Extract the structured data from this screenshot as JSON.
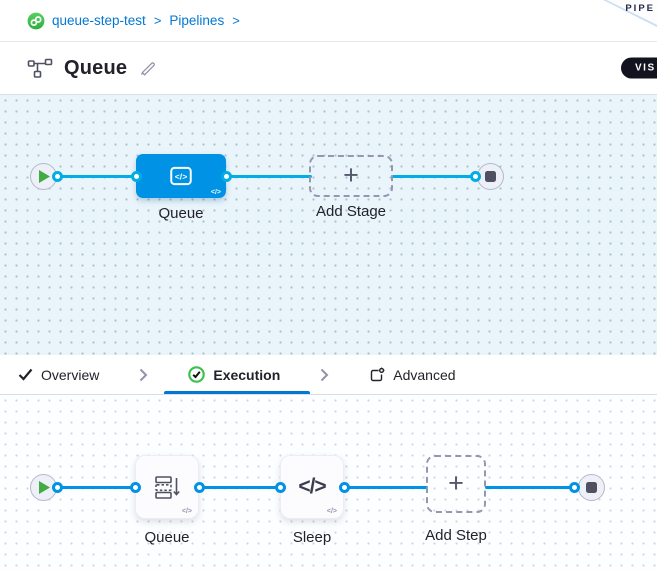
{
  "breadcrumb": {
    "separator": ">",
    "items": [
      {
        "label": "queue-step-test"
      },
      {
        "label": "Pipelines"
      }
    ]
  },
  "ribbon": {
    "label_visible": "PIPE"
  },
  "header": {
    "title": "Queue",
    "view_toggle_visible": "VIS"
  },
  "glyphs": {
    "plus": "+",
    "code_badge": "</>"
  },
  "stage_pipeline": {
    "stage_label": "Queue",
    "add_label": "Add Stage"
  },
  "tabs": {
    "overview": "Overview",
    "execution": "Execution",
    "advanced": "Advanced"
  },
  "execution_pipeline": {
    "step1_label": "Queue",
    "step2_label": "Sleep",
    "add_label": "Add Step"
  },
  "colors": {
    "accent_blue": "#0278d5",
    "stage_line": "#00ade4",
    "exec_line": "#0092e4",
    "node_blue": "#0092e4",
    "success_green": "#3dc14e",
    "text_dark": "#22222a"
  }
}
